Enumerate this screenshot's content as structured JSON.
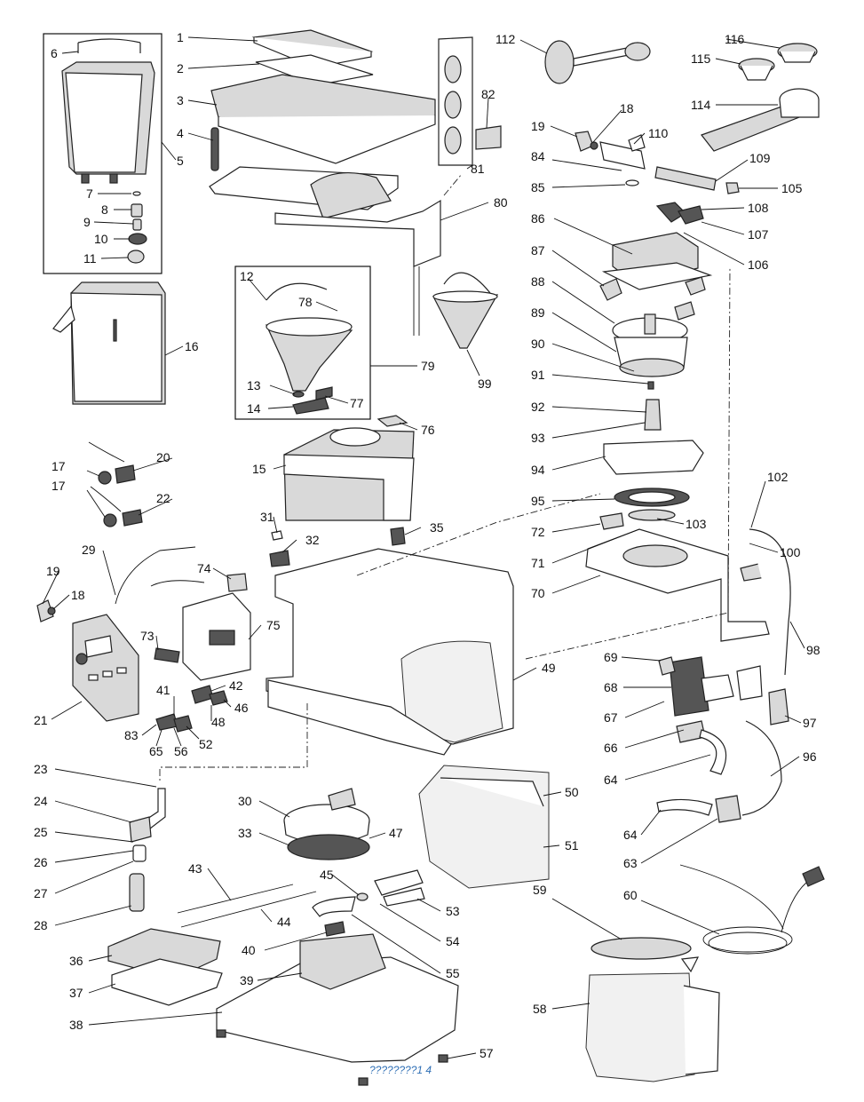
{
  "labels": {
    "p1": "1",
    "p2": "2",
    "p3": "3",
    "p4": "4",
    "p5": "5",
    "p6": "6",
    "p7": "7",
    "p8": "8",
    "p9": "9",
    "p10": "10",
    "p11": "11",
    "p12": "12",
    "p13": "13",
    "p14": "14",
    "p15": "15",
    "p16": "16",
    "p17a": "17",
    "p17b": "17",
    "p18a": "18",
    "p18b": "18",
    "p19a": "19",
    "p19b": "19",
    "p20": "20",
    "p21": "21",
    "p22": "22",
    "p23": "23",
    "p24": "24",
    "p25": "25",
    "p26": "26",
    "p27": "27",
    "p28": "28",
    "p29": "29",
    "p30": "30",
    "p31": "31",
    "p32": "32",
    "p33": "33",
    "p35": "35",
    "p36": "36",
    "p37": "37",
    "p38": "38",
    "p39": "39",
    "p40": "40",
    "p41": "41",
    "p42": "42",
    "p43": "43",
    "p44": "44",
    "p45": "45",
    "p46": "46",
    "p47": "47",
    "p48": "48",
    "p49": "49",
    "p50": "50",
    "p51": "51",
    "p52": "52",
    "p53": "53",
    "p54": "54",
    "p55": "55",
    "p56": "56",
    "p57": "57",
    "p58": "58",
    "p59": "59",
    "p60": "60",
    "p63": "63",
    "p64a": "64",
    "p64b": "64",
    "p65": "65",
    "p66": "66",
    "p67": "67",
    "p68": "68",
    "p69": "69",
    "p70": "70",
    "p71": "71",
    "p72": "72",
    "p73": "73",
    "p74": "74",
    "p75": "75",
    "p76": "76",
    "p77": "77",
    "p78": "78",
    "p79": "79",
    "p80": "80",
    "p81": "81",
    "p82": "82",
    "p83": "83",
    "p84": "84",
    "p85": "85",
    "p86": "86",
    "p87": "87",
    "p88": "88",
    "p89": "89",
    "p90": "90",
    "p91": "91",
    "p92": "92",
    "p93": "93",
    "p94": "94",
    "p95": "95",
    "p96": "96",
    "p97": "97",
    "p98": "98",
    "p99": "99",
    "p100": "100",
    "p102": "102",
    "p103": "103",
    "p105": "105",
    "p106": "106",
    "p107": "107",
    "p108": "108",
    "p109": "109",
    "p110": "110",
    "p112": "112",
    "p114": "114",
    "p115": "115",
    "p116": "116"
  },
  "footer": {
    "page_note": "????????1   4"
  }
}
